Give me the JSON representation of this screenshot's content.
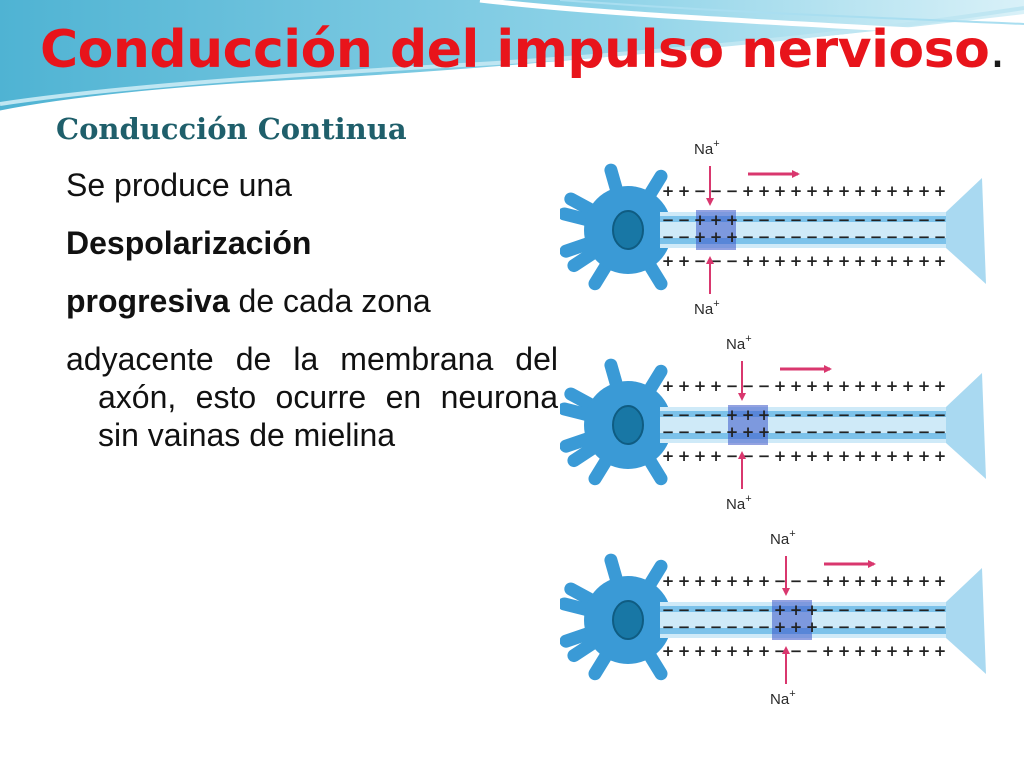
{
  "slide": {
    "title": "Conducción del impulso nervioso",
    "title_dot": ".",
    "subtitle": "Conducción Continua",
    "lines": {
      "l1": "Se produce una",
      "l2": "Despolarización",
      "l3_bold": "progresiva",
      "l3_rest": " de cada zona",
      "l4": "adyacente de la membrana del axón, esto ocurre en neurona sin vainas de mielina"
    }
  },
  "figure": {
    "ion_label": "Na",
    "ion_charge": "+",
    "panels": 3
  },
  "colors": {
    "title": "#e8141b",
    "subtitle": "#1f5f6b",
    "neuron": "#3a9ad6",
    "nucleus": "#1877a5",
    "arrow": "#d9376e"
  }
}
